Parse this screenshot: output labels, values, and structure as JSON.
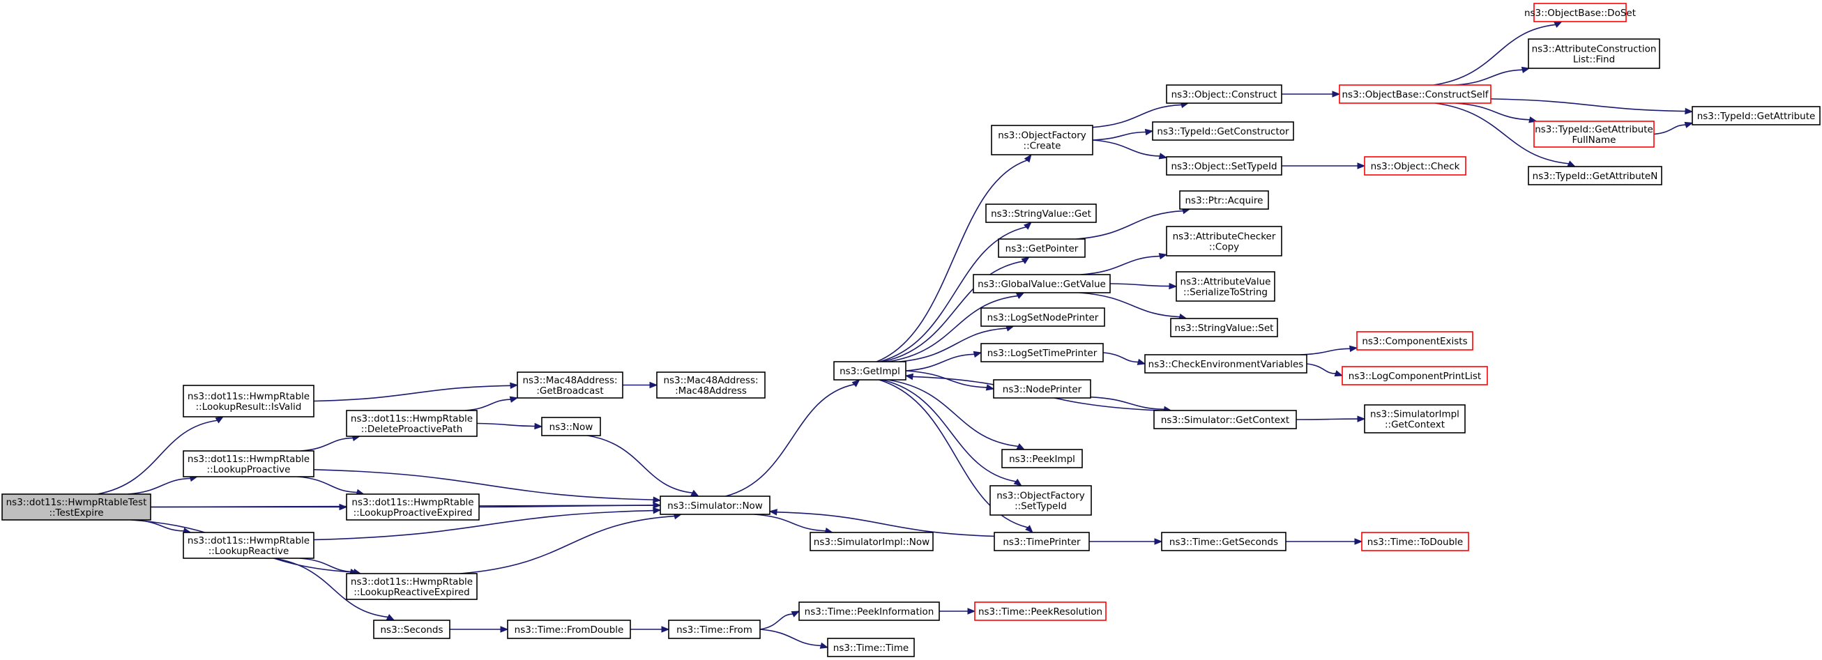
{
  "graph": {
    "colors": {
      "edge": "#191970",
      "truncated_border": "#ff0000",
      "root_fill": "#bfbfbf"
    },
    "nodes": [
      {
        "id": "n_root",
        "lines": [
          "ns3::dot11s::HwmpRtableTest",
          "::TestExpire"
        ],
        "root": true
      },
      {
        "id": "n_isvalid",
        "lines": [
          "ns3::dot11s::HwmpRtable",
          "::LookupResult::IsValid"
        ]
      },
      {
        "id": "n_lookproactive",
        "lines": [
          "ns3::dot11s::HwmpRtable",
          "::LookupProactive"
        ]
      },
      {
        "id": "n_deleteproactive",
        "lines": [
          "ns3::dot11s::HwmpRtable",
          "::DeleteProactivePath"
        ]
      },
      {
        "id": "n_lookproexpired",
        "lines": [
          "ns3::dot11s::HwmpRtable",
          "::LookupProactiveExpired"
        ]
      },
      {
        "id": "n_lookreactive",
        "lines": [
          "ns3::dot11s::HwmpRtable",
          "::LookupReactive"
        ]
      },
      {
        "id": "n_lookreaexpired",
        "lines": [
          "ns3::dot11s::HwmpRtable",
          "::LookupReactiveExpired"
        ]
      },
      {
        "id": "n_getbroadcast",
        "lines": [
          "ns3::Mac48Address:",
          ":GetBroadcast"
        ]
      },
      {
        "id": "n_mac48",
        "lines": [
          "ns3::Mac48Address:",
          ":Mac48Address"
        ]
      },
      {
        "id": "n_now",
        "lines": [
          "ns3::Now"
        ]
      },
      {
        "id": "n_simnow",
        "lines": [
          "ns3::Simulator::Now"
        ]
      },
      {
        "id": "n_simimplnow",
        "lines": [
          "ns3::SimulatorImpl::Now"
        ]
      },
      {
        "id": "n_seconds",
        "lines": [
          "ns3::Seconds"
        ]
      },
      {
        "id": "n_fromdouble",
        "lines": [
          "ns3::Time::FromDouble"
        ]
      },
      {
        "id": "n_timefrom",
        "lines": [
          "ns3::Time::From"
        ]
      },
      {
        "id": "n_peekinfo",
        "lines": [
          "ns3::Time::PeekInformation"
        ]
      },
      {
        "id": "n_peekres",
        "lines": [
          "ns3::Time::PeekResolution"
        ],
        "truncated": true
      },
      {
        "id": "n_timetime",
        "lines": [
          "ns3::Time::Time"
        ]
      },
      {
        "id": "n_getimpl",
        "lines": [
          "ns3::GetImpl"
        ]
      },
      {
        "id": "n_objfactcreate",
        "lines": [
          "ns3::ObjectFactory",
          "::Create"
        ]
      },
      {
        "id": "n_objconstruct",
        "lines": [
          "ns3::Object::Construct"
        ]
      },
      {
        "id": "n_getconstructor",
        "lines": [
          "ns3::TypeId::GetConstructor"
        ]
      },
      {
        "id": "n_objsettypeid",
        "lines": [
          "ns3::Object::SetTypeId"
        ]
      },
      {
        "id": "n_objcheck",
        "lines": [
          "ns3::Object::Check"
        ],
        "truncated": true
      },
      {
        "id": "n_constructself",
        "lines": [
          "ns3::ObjectBase::ConstructSelf"
        ],
        "truncated": true
      },
      {
        "id": "n_doset",
        "lines": [
          "ns3::ObjectBase::DoSet"
        ],
        "truncated": true
      },
      {
        "id": "n_attrconstfind",
        "lines": [
          "ns3::AttributeConstruction",
          "List::Find"
        ]
      },
      {
        "id": "n_getattrfullname",
        "lines": [
          "ns3::TypeId::GetAttribute",
          "FullName"
        ],
        "truncated": true
      },
      {
        "id": "n_getattrn",
        "lines": [
          "ns3::TypeId::GetAttributeN"
        ]
      },
      {
        "id": "n_getattribute",
        "lines": [
          "ns3::TypeId::GetAttribute"
        ]
      },
      {
        "id": "n_stringvalueget",
        "lines": [
          "ns3::StringValue::Get"
        ]
      },
      {
        "id": "n_getpointer",
        "lines": [
          "ns3::GetPointer"
        ]
      },
      {
        "id": "n_ptracquire",
        "lines": [
          "ns3::Ptr::Acquire"
        ]
      },
      {
        "id": "n_globalvalueget",
        "lines": [
          "ns3::GlobalValue::GetValue"
        ]
      },
      {
        "id": "n_attrcheckercopy",
        "lines": [
          "ns3::AttributeChecker",
          "::Copy"
        ]
      },
      {
        "id": "n_attrvalueser",
        "lines": [
          "ns3::AttributeValue",
          "::SerializeToString"
        ]
      },
      {
        "id": "n_stringvalueset",
        "lines": [
          "ns3::StringValue::Set"
        ]
      },
      {
        "id": "n_logsetnode",
        "lines": [
          "ns3::LogSetNodePrinter"
        ]
      },
      {
        "id": "n_logsettime",
        "lines": [
          "ns3::LogSetTimePrinter"
        ]
      },
      {
        "id": "n_checkenv",
        "lines": [
          "ns3::CheckEnvironmentVariables"
        ]
      },
      {
        "id": "n_compexists",
        "lines": [
          "ns3::ComponentExists"
        ],
        "truncated": true
      },
      {
        "id": "n_logcomplist",
        "lines": [
          "ns3::LogComponentPrintList"
        ],
        "truncated": true
      },
      {
        "id": "n_nodeprinter",
        "lines": [
          "ns3::NodePrinter"
        ]
      },
      {
        "id": "n_simgetcontext",
        "lines": [
          "ns3::Simulator::GetContext"
        ]
      },
      {
        "id": "n_simimplgetcontext",
        "lines": [
          "ns3::SimulatorImpl",
          "::GetContext"
        ]
      },
      {
        "id": "n_peekimpl",
        "lines": [
          "ns3::PeekImpl"
        ]
      },
      {
        "id": "n_objfactsettypeid",
        "lines": [
          "ns3::ObjectFactory",
          "::SetTypeId"
        ]
      },
      {
        "id": "n_timeprinter",
        "lines": [
          "ns3::TimePrinter"
        ]
      },
      {
        "id": "n_timegetseconds",
        "lines": [
          "ns3::Time::GetSeconds"
        ]
      },
      {
        "id": "n_timetodouble",
        "lines": [
          "ns3::Time::ToDouble"
        ],
        "truncated": true
      }
    ],
    "edges": [
      [
        "n_root",
        "n_isvalid"
      ],
      [
        "n_root",
        "n_lookproactive"
      ],
      [
        "n_root",
        "n_lookproexpired"
      ],
      [
        "n_root",
        "n_simnow"
      ],
      [
        "n_root",
        "n_lookreactive"
      ],
      [
        "n_root",
        "n_lookreaexpired"
      ],
      [
        "n_isvalid",
        "n_getbroadcast"
      ],
      [
        "n_lookproactive",
        "n_deleteproactive"
      ],
      [
        "n_lookproactive",
        "n_lookproexpired"
      ],
      [
        "n_lookproactive",
        "n_simnow"
      ],
      [
        "n_deleteproactive",
        "n_getbroadcast"
      ],
      [
        "n_deleteproactive",
        "n_now"
      ],
      [
        "n_lookproexpired",
        "n_simnow"
      ],
      [
        "n_lookreactive",
        "n_simnow"
      ],
      [
        "n_lookreactive",
        "n_lookreaexpired"
      ],
      [
        "n_lookreactive",
        "n_seconds"
      ],
      [
        "n_lookreaexpired",
        "n_simnow"
      ],
      [
        "n_getbroadcast",
        "n_mac48"
      ],
      [
        "n_now",
        "n_simnow"
      ],
      [
        "n_simnow",
        "n_getimpl"
      ],
      [
        "n_simnow",
        "n_simimplnow"
      ],
      [
        "n_seconds",
        "n_fromdouble"
      ],
      [
        "n_fromdouble",
        "n_timefrom"
      ],
      [
        "n_timefrom",
        "n_peekinfo"
      ],
      [
        "n_timefrom",
        "n_timetime"
      ],
      [
        "n_peekinfo",
        "n_peekres"
      ],
      [
        "n_getimpl",
        "n_objfactcreate"
      ],
      [
        "n_getimpl",
        "n_stringvalueget"
      ],
      [
        "n_getimpl",
        "n_getpointer"
      ],
      [
        "n_getimpl",
        "n_globalvalueget"
      ],
      [
        "n_getimpl",
        "n_logsetnode"
      ],
      [
        "n_getimpl",
        "n_logsettime"
      ],
      [
        "n_getimpl",
        "n_nodeprinter"
      ],
      [
        "n_getimpl",
        "n_peekimpl"
      ],
      [
        "n_getimpl",
        "n_objfactsettypeid"
      ],
      [
        "n_getimpl",
        "n_timeprinter"
      ],
      [
        "n_objfactcreate",
        "n_objconstruct"
      ],
      [
        "n_objfactcreate",
        "n_getconstructor"
      ],
      [
        "n_objfactcreate",
        "n_objsettypeid"
      ],
      [
        "n_objconstruct",
        "n_constructself"
      ],
      [
        "n_objsettypeid",
        "n_objcheck"
      ],
      [
        "n_constructself",
        "n_doset"
      ],
      [
        "n_constructself",
        "n_attrconstfind"
      ],
      [
        "n_constructself",
        "n_getattribute"
      ],
      [
        "n_constructself",
        "n_getattrfullname"
      ],
      [
        "n_constructself",
        "n_getattrn"
      ],
      [
        "n_getattrfullname",
        "n_getattribute"
      ],
      [
        "n_getpointer",
        "n_ptracquire"
      ],
      [
        "n_globalvalueget",
        "n_attrcheckercopy"
      ],
      [
        "n_globalvalueget",
        "n_attrvalueser"
      ],
      [
        "n_globalvalueget",
        "n_stringvalueset"
      ],
      [
        "n_logsettime",
        "n_checkenv"
      ],
      [
        "n_checkenv",
        "n_compexists"
      ],
      [
        "n_checkenv",
        "n_logcomplist"
      ],
      [
        "n_nodeprinter",
        "n_simgetcontext"
      ],
      [
        "n_simgetcontext",
        "n_getimpl"
      ],
      [
        "n_simgetcontext",
        "n_simimplgetcontext"
      ],
      [
        "n_timeprinter",
        "n_simnow"
      ],
      [
        "n_timeprinter",
        "n_timegetseconds"
      ],
      [
        "n_timegetseconds",
        "n_timetodouble"
      ]
    ]
  }
}
